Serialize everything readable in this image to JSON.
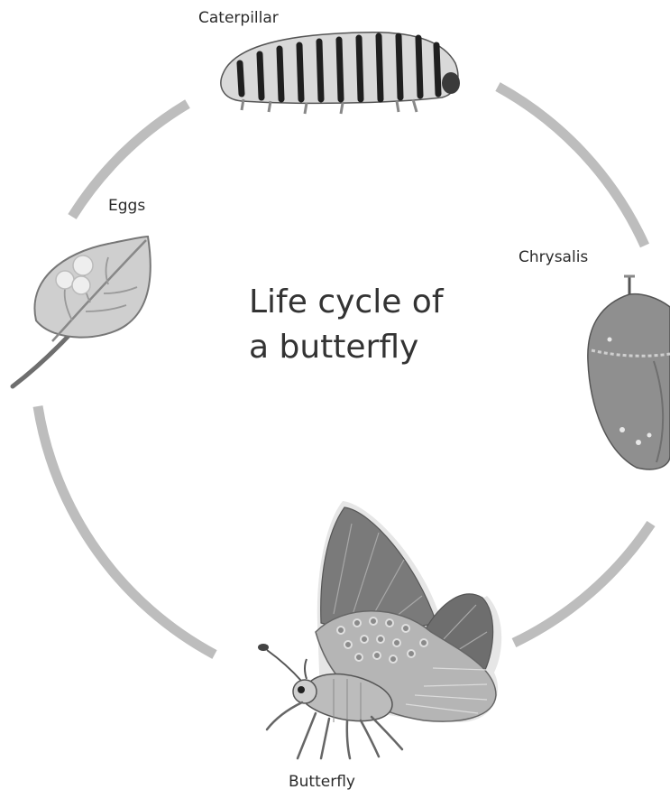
{
  "title": {
    "line1": "Life cycle of",
    "line2": "a butterfly"
  },
  "stages": {
    "caterpillar": "Caterpillar",
    "eggs": "Eggs",
    "chrysalis": "Chrysalis",
    "butterfly": "Butterfly"
  }
}
